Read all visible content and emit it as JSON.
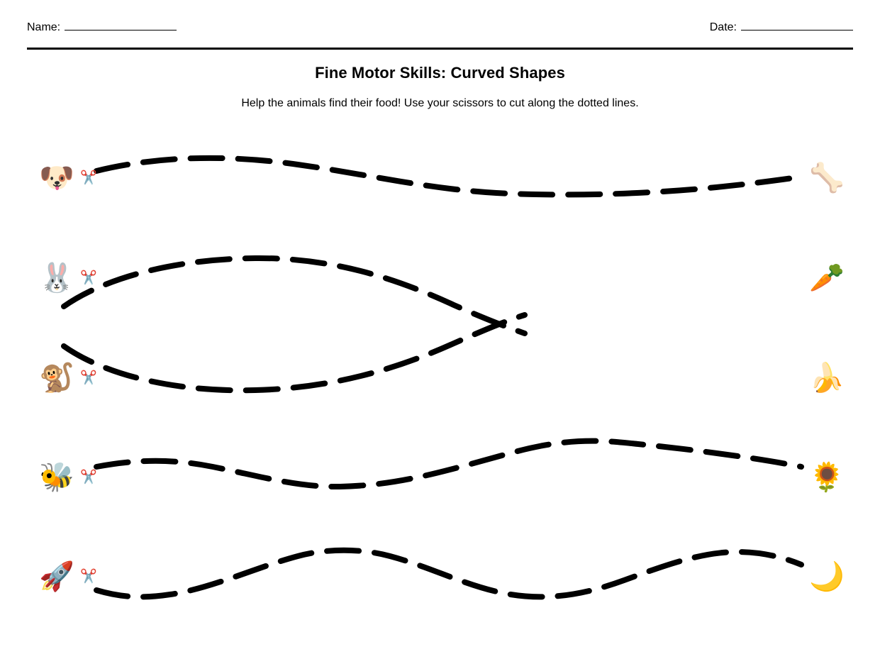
{
  "header": {
    "name_label": "Name:",
    "date_label": "Date:"
  },
  "title": "Fine Motor Skills: Curved Shapes",
  "subtitle": "Help the animals find their food! Use your scissors to cut along the dotted lines.",
  "cut_icon": "✂️",
  "rows": [
    {
      "id": "dog-bone",
      "start_icon_name": "dog-face-emoji",
      "start_icon": "🐶",
      "end_icon_name": "bone-emoji",
      "end_icon": "🦴",
      "path_shape": "gentle-s-wave"
    },
    {
      "id": "rabbit-carrot",
      "start_icon_name": "rabbit-face-emoji",
      "start_icon": "🐰",
      "end_icon_name": "carrot-emoji",
      "end_icon": "🥕",
      "path_shape": "upper-lens-arc"
    },
    {
      "id": "monkey-banana",
      "start_icon_name": "monkey-emoji",
      "start_icon": "🐒",
      "end_icon_name": "banana-emoji",
      "end_icon": "🍌",
      "path_shape": "lower-lens-arc"
    },
    {
      "id": "bee-sunflower",
      "start_icon_name": "honeybee-emoji",
      "start_icon": "🐝",
      "end_icon_name": "sunflower-emoji",
      "end_icon": "🌻",
      "path_shape": "double-wave"
    },
    {
      "id": "rocket-moon",
      "start_icon_name": "rocket-emoji",
      "start_icon": "🚀",
      "end_icon_name": "crescent-moon-emoji",
      "end_icon": "🌙",
      "path_shape": "sine-wave"
    }
  ],
  "style": {
    "ink": "#000000",
    "paper": "#ffffff",
    "dash_length": 45,
    "dash_gap": 22,
    "stroke_width": 8
  }
}
